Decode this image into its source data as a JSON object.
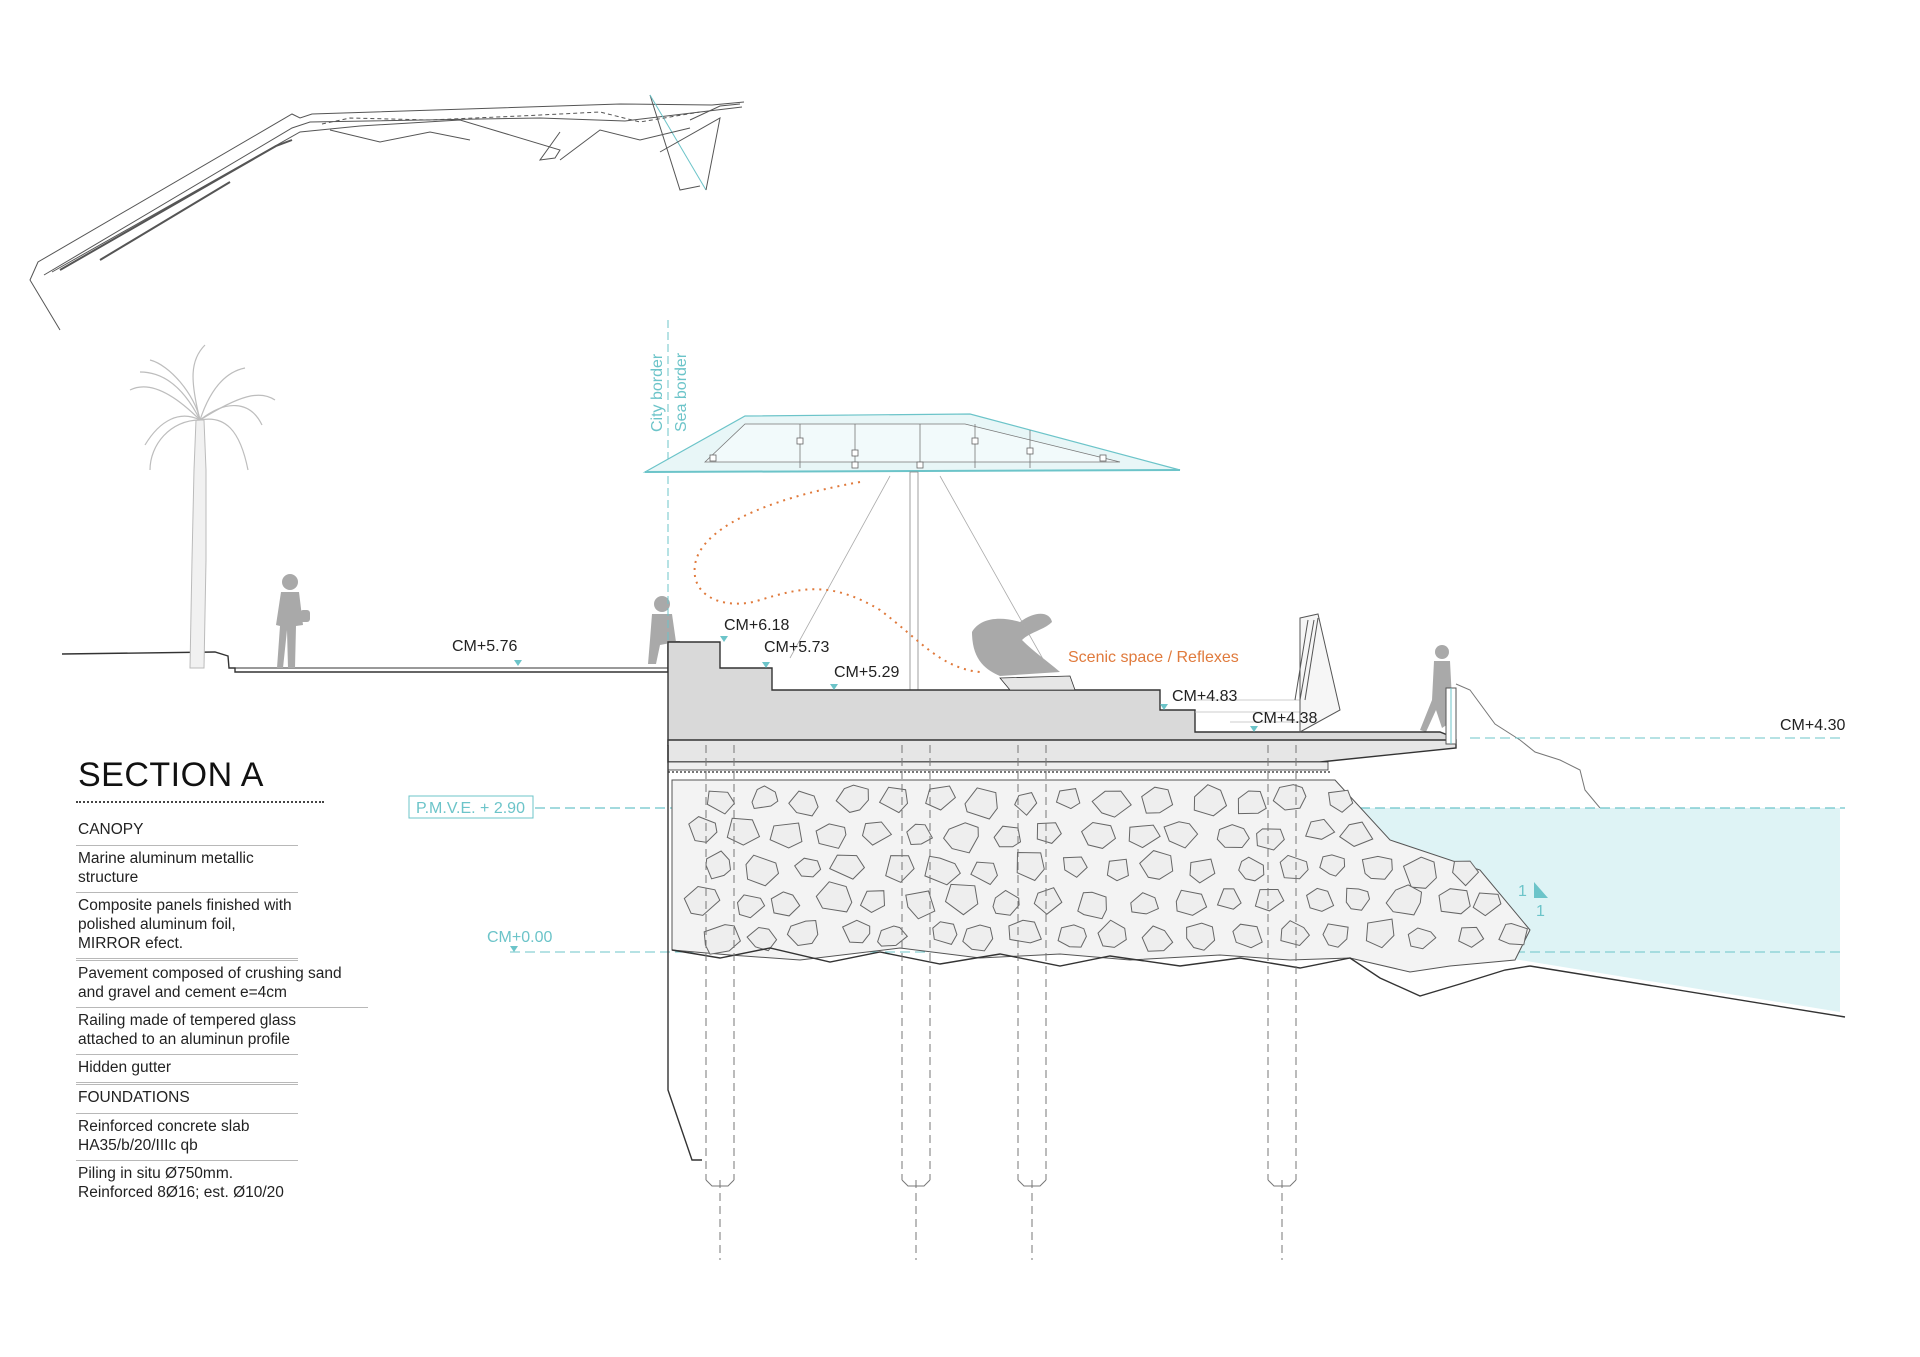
{
  "section": {
    "title": "SECTION A"
  },
  "legend": {
    "canopy_heading": "CANOPY",
    "canopy_items": [
      "Marine aluminum metallic structure",
      "Composite panels finished with polished aluminum foil, MIRROR efect.",
      "Pavement composed of crushing sand and gravel and cement e=4cm",
      "Railing made of tempered glass attached to an aluminun profile",
      "Hidden gutter"
    ],
    "foundations_heading": "FOUNDATIONS",
    "foundations_items": [
      "Reinforced concrete slab HA35/b/20/IIIc qb",
      "Piling in situ Ø750mm. Reinforced 8Ø16; est. Ø10/20"
    ]
  },
  "levels": {
    "promenade": "CM+5.76",
    "top_step": "CM+6.18",
    "step_2": "CM+5.73",
    "step_3": "CM+5.29",
    "step_4": "CM+4.83",
    "step_5": "CM+4.38",
    "shore": "CM+4.30",
    "pmve": "P.M.V.E. + 2.90",
    "zero": "CM+0.00"
  },
  "annotations": {
    "city_border": "City border",
    "sea_border": "Sea border",
    "scenic_space": "Scenic space / Reflexes",
    "slope_rise": "1",
    "slope_run": "1"
  },
  "colors": {
    "line": "#333333",
    "cyan": "#6cc4c9",
    "water": "#def3f5",
    "orange": "#e07a3c",
    "concrete": "#d9d9d9",
    "rock": "#eeeeee",
    "figure": "#a9a9a9"
  }
}
